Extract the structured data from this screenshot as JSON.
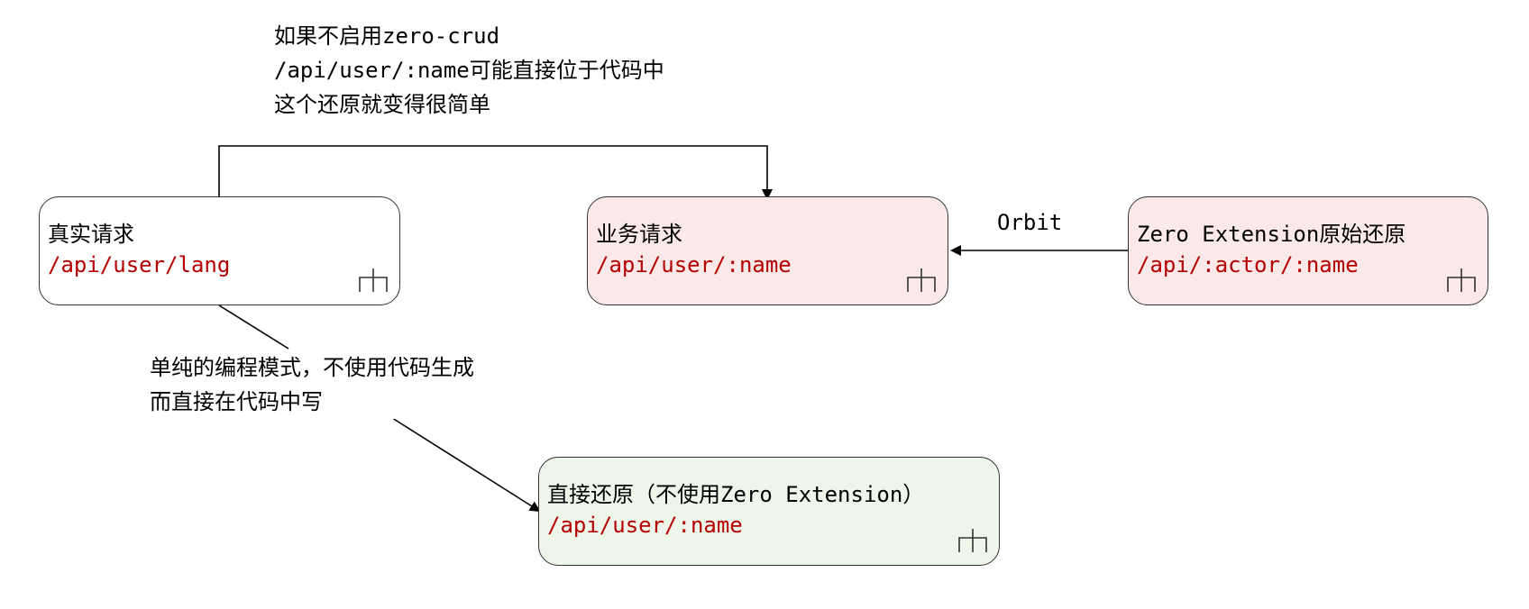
{
  "colors": {
    "path_text": "#b40000",
    "node_real_fill": "#ffffff",
    "node_business_fill": "#fbe8e8",
    "node_zero_fill": "#fbe8e8",
    "node_direct_fill": "#eef6ea",
    "stroke": "#333333"
  },
  "nodes": {
    "real_request": {
      "title": "真实请求",
      "path": "/api/user/lang",
      "icon": "hierarchy-icon"
    },
    "business_request": {
      "title": "业务请求",
      "path": "/api/user/:name",
      "icon": "hierarchy-icon"
    },
    "zero_extension": {
      "title": "Zero Extension原始还原",
      "path": "/api/:actor/:name",
      "icon": "hierarchy-icon"
    },
    "direct_restore": {
      "title": "直接还原（不使用Zero Extension）",
      "path": "/api/user/:name",
      "icon": "hierarchy-icon"
    }
  },
  "notes": {
    "top": {
      "line1": "如果不启用zero-crud",
      "line2": "/api/user/:name可能直接位于代码中",
      "line3": "这个还原就变得很简单"
    },
    "middle": {
      "line1": "单纯的编程模式，不使用代码生成",
      "line2": "而直接在代码中写"
    }
  },
  "edges": {
    "orbit_label": "Orbit"
  }
}
